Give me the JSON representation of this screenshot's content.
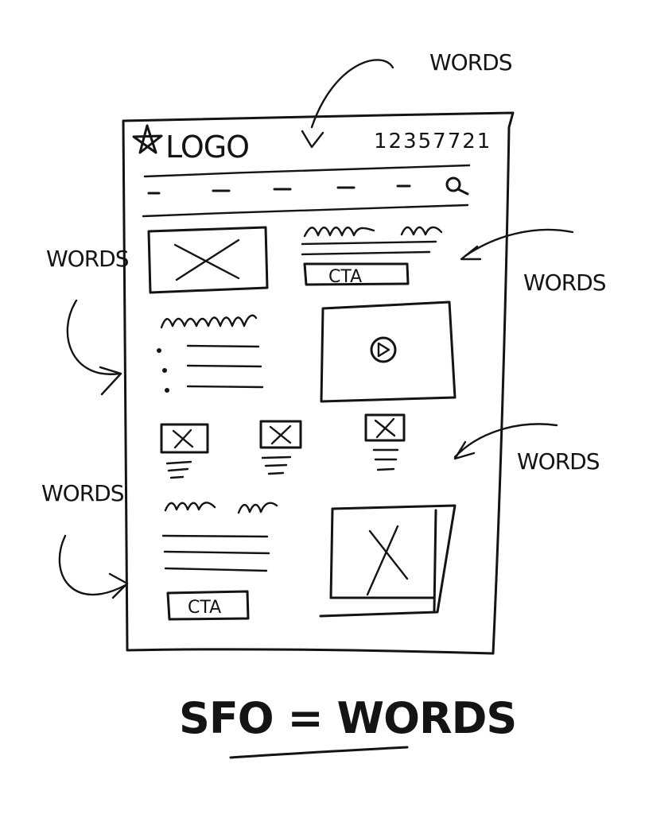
{
  "header": {
    "logo_text": "LOGO",
    "phone": "12357721"
  },
  "annotations": {
    "top": "WORDS",
    "right_upper": "WORDS",
    "left_upper": "WORDS",
    "right_lower": "WORDS",
    "left_lower": "WORDS"
  },
  "blocks": {
    "hero_cta": "CTA",
    "bottom_cta": "CTA"
  },
  "caption": "SFO = WORDS",
  "icons": [
    "star-icon",
    "search-icon",
    "play-icon",
    "image-placeholder-icon",
    "arrow-icon"
  ]
}
